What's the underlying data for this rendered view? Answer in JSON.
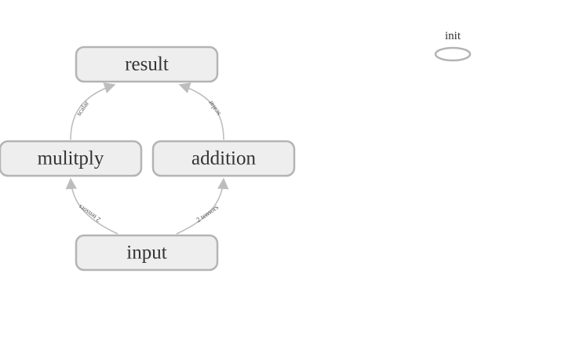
{
  "nodes": {
    "result": "result",
    "multiply": "mulitply",
    "addition": "addition",
    "input": "input"
  },
  "edges": {
    "multiply_to_result": "scalar",
    "addition_to_result": "scalar",
    "input_to_multiply": "2 tensors",
    "input_to_addition": "2 tensors"
  },
  "init": {
    "label": "init"
  },
  "colors": {
    "node_fill": "#eeeeee",
    "node_border": "#b4b4b4",
    "edge": "#bdbdbd",
    "text": "#333333"
  }
}
